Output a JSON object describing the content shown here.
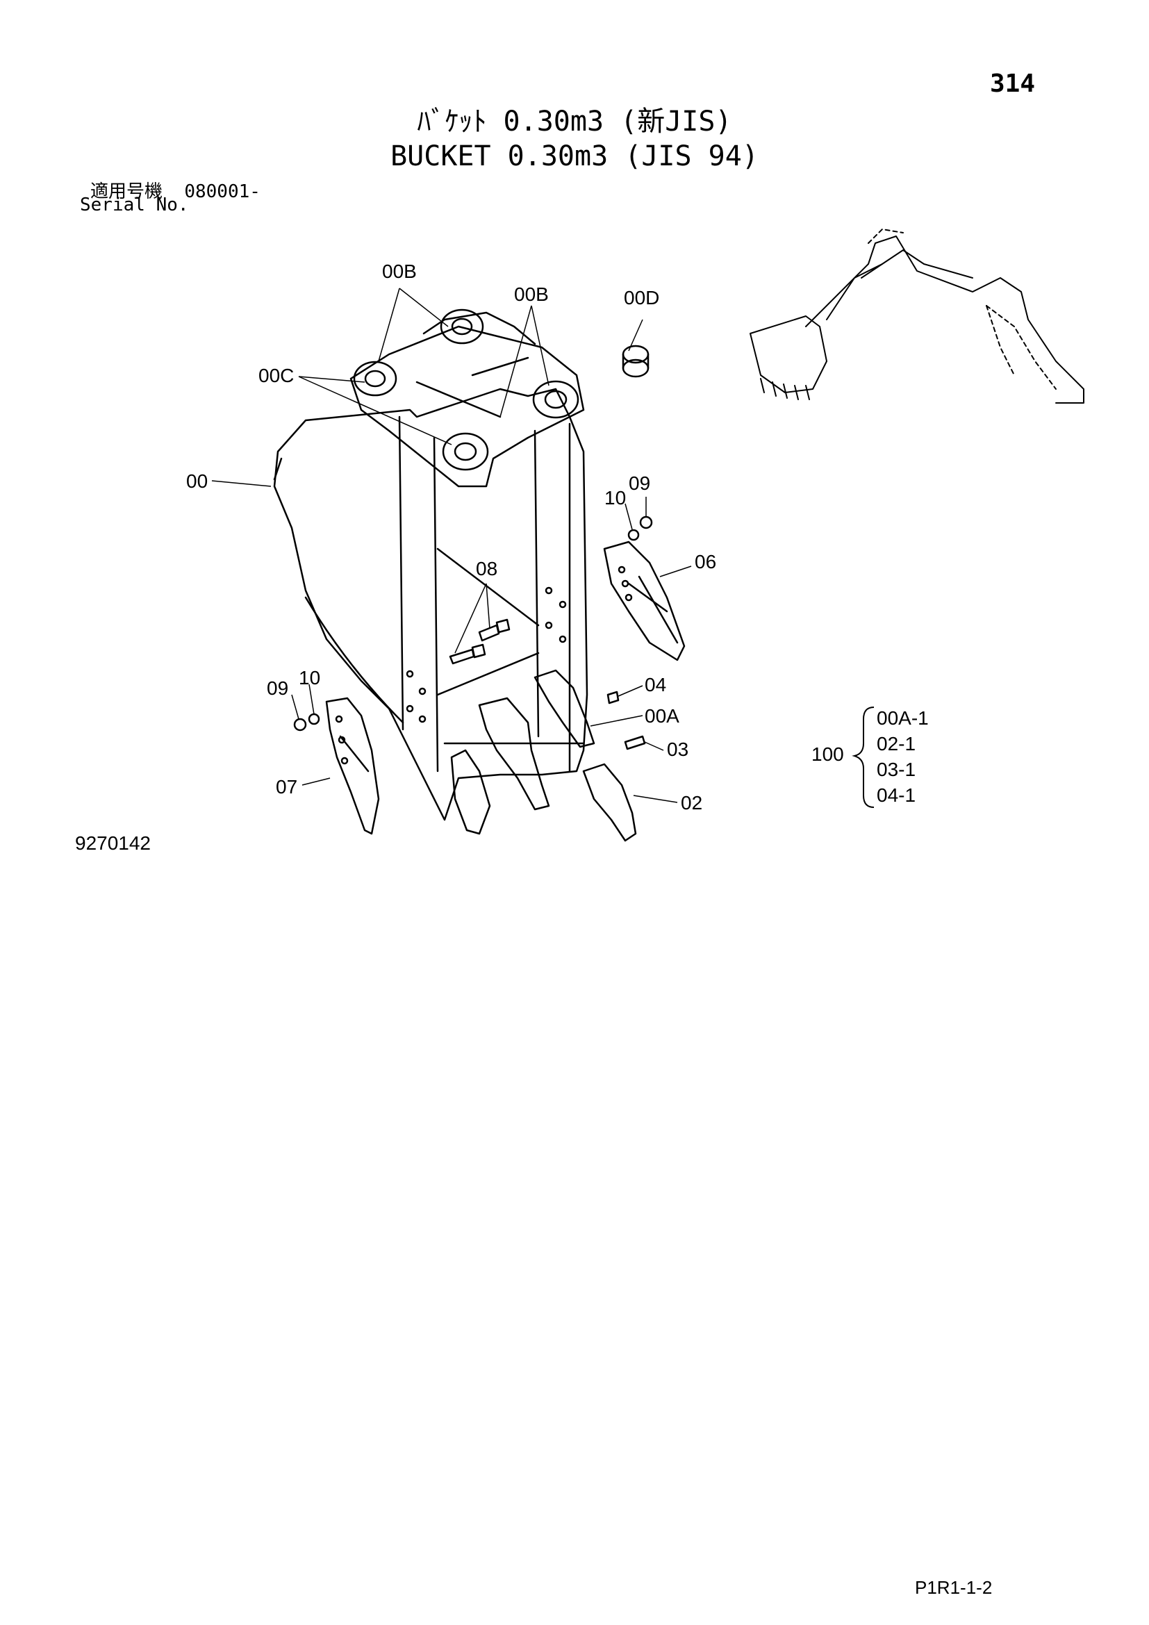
{
  "page_number": "314",
  "title_jp": "ﾊﾞｹｯﾄ 0.30m3 (新JIS)",
  "title_en": "BUCKET 0.30m3 (JIS 94)",
  "serial_label_jp": "適用号機",
  "serial_value": "080001-",
  "serial_label_en": "Serial No.",
  "figure_number": "9270142",
  "footer_code": "P1R1-1-2",
  "callouts": {
    "c_00B_a": "00B",
    "c_00B_b": "00B",
    "c_00D": "00D",
    "c_00C": "00C",
    "c_00": "00",
    "c_10_right": "10",
    "c_09_right": "09",
    "c_06": "06",
    "c_08": "08",
    "c_09_left": "09",
    "c_10_left": "10",
    "c_04": "04",
    "c_00A": "00A",
    "c_03": "03",
    "c_07": "07",
    "c_02": "02"
  },
  "kit": {
    "number": "100",
    "items": [
      "00A-1",
      "02-1",
      "03-1",
      "04-1"
    ]
  }
}
